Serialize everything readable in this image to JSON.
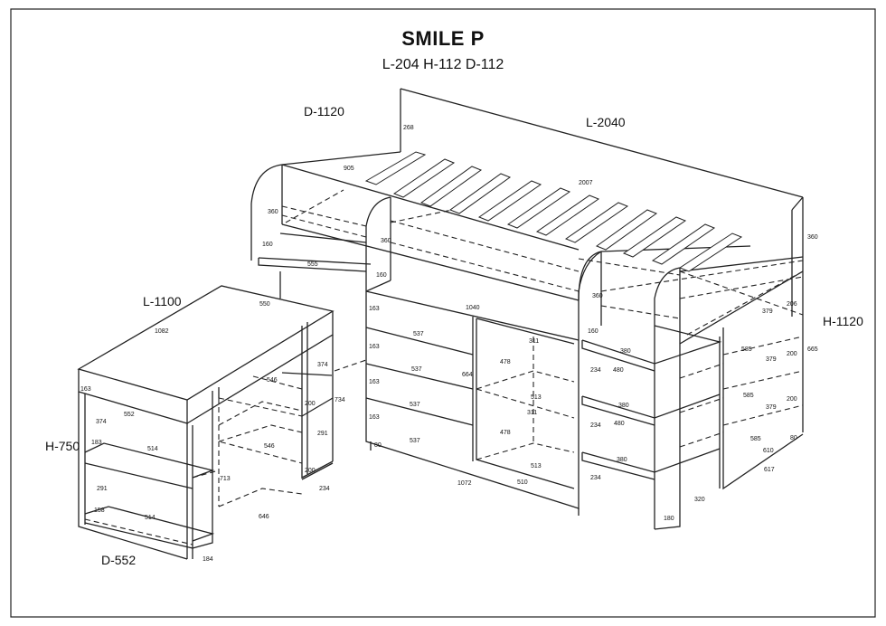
{
  "title": "SMILE P",
  "subtitle": "L-204 H-112 D-112",
  "labels": {
    "bed_depth": "D-1120",
    "bed_length": "L-2040",
    "bed_height": "H-1120",
    "desk_length": "L-1100",
    "desk_height": "H-750",
    "desk_depth": "D-552"
  },
  "dims": {
    "d268": "268",
    "d905": "905",
    "d2007": "2007",
    "d360a": "360",
    "d360b": "360",
    "d360c": "360",
    "d360d": "360",
    "d160a": "160",
    "d160b": "160",
    "d160c": "160",
    "d555": "555",
    "d1040": "1040",
    "d537a": "537",
    "d537b": "537",
    "d537c": "537",
    "d537d": "537",
    "d163a": "163",
    "d163b": "163",
    "d163c": "163",
    "d163d": "163",
    "d80a": "80",
    "d664": "664",
    "d311a": "311",
    "d311b": "311",
    "d478a": "478",
    "d478b": "478",
    "d513a": "513",
    "d513b": "513",
    "d1072": "1072",
    "d510": "510",
    "d380a": "380",
    "d380b": "380",
    "d380c": "380",
    "d480a": "480",
    "d480b": "480",
    "d234a": "234",
    "d234b": "234",
    "d234c": "234",
    "d180": "180",
    "d320": "320",
    "d206": "206",
    "d379a": "379",
    "d379b": "379",
    "d379c": "379",
    "d585a": "585",
    "d585b": "585",
    "d585c": "585",
    "d200a": "200",
    "d200b": "200",
    "d665": "665",
    "d80b": "80",
    "d610": "610",
    "d617": "617",
    "d550": "550",
    "d1082": "1082",
    "d163e": "163",
    "d552": "552",
    "d374a": "374",
    "d374b": "374",
    "d546a": "546",
    "d546b": "546",
    "d200c": "200",
    "d200d": "200",
    "d734": "734",
    "d291a": "291",
    "d291b": "291",
    "d183": "183",
    "d514a": "514",
    "d514b": "514",
    "d713": "713",
    "d234d": "234",
    "d158": "158",
    "d646": "646",
    "d184": "184"
  }
}
